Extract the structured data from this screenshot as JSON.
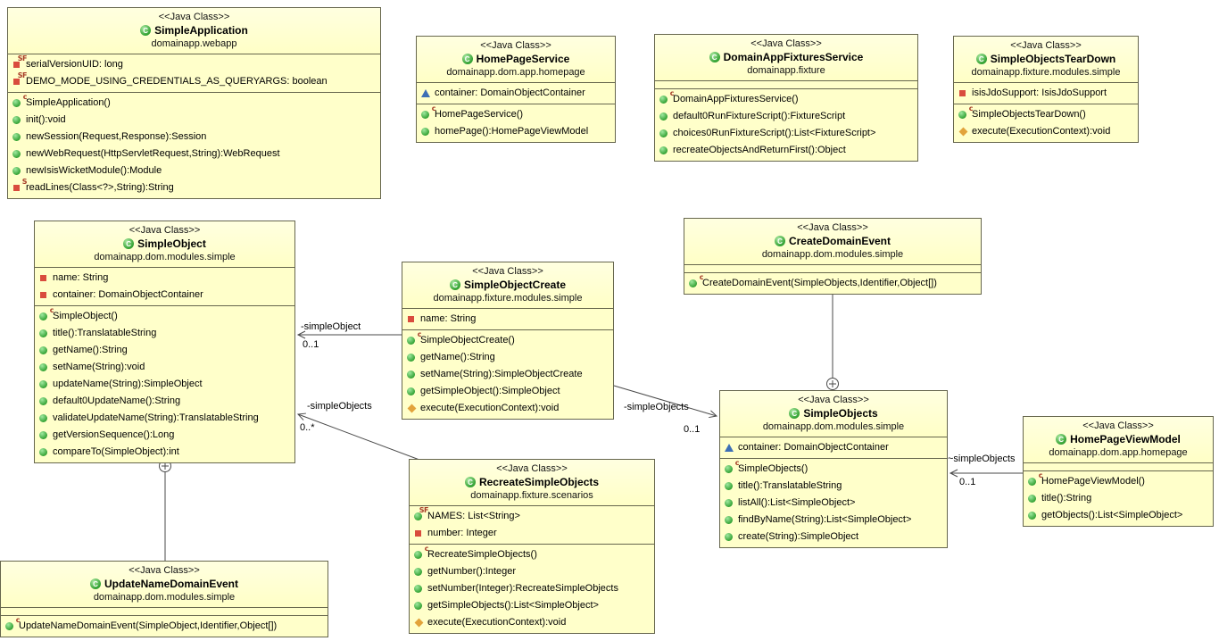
{
  "classes": [
    {
      "stereotype": "<<Java Class>>",
      "name": "SimpleApplication",
      "package": "domainapp.webapp",
      "fields": [
        {
          "kind": "field",
          "icon": "private",
          "tag": "SF",
          "label": "serialVersionUID: long"
        },
        {
          "kind": "field",
          "icon": "private",
          "tag": "SF",
          "label": "DEMO_MODE_USING_CREDENTIALS_AS_QUERYARGS: boolean"
        }
      ],
      "methods": [
        {
          "kind": "method",
          "icon": "public",
          "tag": "c",
          "label": "SimpleApplication()"
        },
        {
          "kind": "method",
          "icon": "public",
          "tag": "",
          "label": "init():void"
        },
        {
          "kind": "method",
          "icon": "public",
          "tag": "",
          "label": "newSession(Request,Response):Session"
        },
        {
          "kind": "method",
          "icon": "public",
          "tag": "",
          "label": "newWebRequest(HttpServletRequest,String):WebRequest"
        },
        {
          "kind": "method",
          "icon": "public",
          "tag": "",
          "label": "newIsisWicketModule():Module"
        },
        {
          "kind": "method",
          "icon": "private",
          "tag": "S",
          "label": "readLines(Class<?>,String):String"
        }
      ]
    },
    {
      "stereotype": "<<Java Class>>",
      "name": "HomePageService",
      "package": "domainapp.dom.app.homepage",
      "fields": [
        {
          "kind": "field",
          "icon": "package",
          "tag": "",
          "label": "container: DomainObjectContainer"
        }
      ],
      "methods": [
        {
          "kind": "method",
          "icon": "public",
          "tag": "c",
          "label": "HomePageService()"
        },
        {
          "kind": "method",
          "icon": "public",
          "tag": "",
          "label": "homePage():HomePageViewModel"
        }
      ]
    },
    {
      "stereotype": "<<Java Class>>",
      "name": "DomainAppFixturesService",
      "package": "domainapp.fixture",
      "fields": [],
      "methods": [
        {
          "kind": "method",
          "icon": "public",
          "tag": "c",
          "label": "DomainAppFixturesService()"
        },
        {
          "kind": "method",
          "icon": "public",
          "tag": "",
          "label": "default0RunFixtureScript():FixtureScript"
        },
        {
          "kind": "method",
          "icon": "public",
          "tag": "",
          "label": "choices0RunFixtureScript():List<FixtureScript>"
        },
        {
          "kind": "method",
          "icon": "public",
          "tag": "",
          "label": "recreateObjectsAndReturnFirst():Object"
        }
      ]
    },
    {
      "stereotype": "<<Java Class>>",
      "name": "SimpleObjectsTearDown",
      "package": "domainapp.fixture.modules.simple",
      "fields": [
        {
          "kind": "field",
          "icon": "private",
          "tag": "",
          "label": "isisJdoSupport: IsisJdoSupport"
        }
      ],
      "methods": [
        {
          "kind": "method",
          "icon": "public",
          "tag": "c",
          "label": "SimpleObjectsTearDown()"
        },
        {
          "kind": "method",
          "icon": "protected",
          "tag": "",
          "label": "execute(ExecutionContext):void"
        }
      ]
    },
    {
      "stereotype": "<<Java Class>>",
      "name": "SimpleObject",
      "package": "domainapp.dom.modules.simple",
      "fields": [
        {
          "kind": "field",
          "icon": "private",
          "tag": "",
          "label": "name: String"
        },
        {
          "kind": "field",
          "icon": "private",
          "tag": "",
          "label": "container: DomainObjectContainer"
        }
      ],
      "methods": [
        {
          "kind": "method",
          "icon": "public",
          "tag": "c",
          "label": "SimpleObject()"
        },
        {
          "kind": "method",
          "icon": "public",
          "tag": "",
          "label": "title():TranslatableString"
        },
        {
          "kind": "method",
          "icon": "public",
          "tag": "",
          "label": "getName():String"
        },
        {
          "kind": "method",
          "icon": "public",
          "tag": "",
          "label": "setName(String):void"
        },
        {
          "kind": "method",
          "icon": "public",
          "tag": "",
          "label": "updateName(String):SimpleObject"
        },
        {
          "kind": "method",
          "icon": "public",
          "tag": "",
          "label": "default0UpdateName():String"
        },
        {
          "kind": "method",
          "icon": "public",
          "tag": "",
          "label": "validateUpdateName(String):TranslatableString"
        },
        {
          "kind": "method",
          "icon": "public",
          "tag": "",
          "label": "getVersionSequence():Long"
        },
        {
          "kind": "method",
          "icon": "public",
          "tag": "",
          "label": "compareTo(SimpleObject):int"
        }
      ]
    },
    {
      "stereotype": "<<Java Class>>",
      "name": "SimpleObjectCreate",
      "package": "domainapp.fixture.modules.simple",
      "fields": [
        {
          "kind": "field",
          "icon": "private",
          "tag": "",
          "label": "name: String"
        }
      ],
      "methods": [
        {
          "kind": "method",
          "icon": "public",
          "tag": "c",
          "label": "SimpleObjectCreate()"
        },
        {
          "kind": "method",
          "icon": "public",
          "tag": "",
          "label": "getName():String"
        },
        {
          "kind": "method",
          "icon": "public",
          "tag": "",
          "label": "setName(String):SimpleObjectCreate"
        },
        {
          "kind": "method",
          "icon": "public",
          "tag": "",
          "label": "getSimpleObject():SimpleObject"
        },
        {
          "kind": "method",
          "icon": "protected",
          "tag": "",
          "label": "execute(ExecutionContext):void"
        }
      ]
    },
    {
      "stereotype": "<<Java Class>>",
      "name": "CreateDomainEvent",
      "package": "domainapp.dom.modules.simple",
      "fields": [],
      "methods": [
        {
          "kind": "method",
          "icon": "public",
          "tag": "c",
          "label": "CreateDomainEvent(SimpleObjects,Identifier,Object[])"
        }
      ]
    },
    {
      "stereotype": "<<Java Class>>",
      "name": "SimpleObjects",
      "package": "domainapp.dom.modules.simple",
      "fields": [
        {
          "kind": "field",
          "icon": "package",
          "tag": "",
          "label": "container: DomainObjectContainer"
        }
      ],
      "methods": [
        {
          "kind": "method",
          "icon": "public",
          "tag": "c",
          "label": "SimpleObjects()"
        },
        {
          "kind": "method",
          "icon": "public",
          "tag": "",
          "label": "title():TranslatableString"
        },
        {
          "kind": "method",
          "icon": "public",
          "tag": "",
          "label": "listAll():List<SimpleObject>"
        },
        {
          "kind": "method",
          "icon": "public",
          "tag": "",
          "label": "findByName(String):List<SimpleObject>"
        },
        {
          "kind": "method",
          "icon": "public",
          "tag": "",
          "label": "create(String):SimpleObject"
        }
      ]
    },
    {
      "stereotype": "<<Java Class>>",
      "name": "HomePageViewModel",
      "package": "domainapp.dom.app.homepage",
      "fields": [],
      "methods": [
        {
          "kind": "method",
          "icon": "public",
          "tag": "c",
          "label": "HomePageViewModel()"
        },
        {
          "kind": "method",
          "icon": "public",
          "tag": "",
          "label": "title():String"
        },
        {
          "kind": "method",
          "icon": "public",
          "tag": "",
          "label": "getObjects():List<SimpleObject>"
        }
      ]
    },
    {
      "stereotype": "<<Java Class>>",
      "name": "RecreateSimpleObjects",
      "package": "domainapp.fixture.scenarios",
      "fields": [
        {
          "kind": "field",
          "icon": "public",
          "tag": "SF",
          "label": "NAMES: List<String>"
        },
        {
          "kind": "field",
          "icon": "private",
          "tag": "",
          "label": "number: Integer"
        }
      ],
      "methods": [
        {
          "kind": "method",
          "icon": "public",
          "tag": "c",
          "label": "RecreateSimpleObjects()"
        },
        {
          "kind": "method",
          "icon": "public",
          "tag": "",
          "label": "getNumber():Integer"
        },
        {
          "kind": "method",
          "icon": "public",
          "tag": "",
          "label": "setNumber(Integer):RecreateSimpleObjects"
        },
        {
          "kind": "method",
          "icon": "public",
          "tag": "",
          "label": "getSimpleObjects():List<SimpleObject>"
        },
        {
          "kind": "method",
          "icon": "protected",
          "tag": "",
          "label": "execute(ExecutionContext):void"
        }
      ]
    },
    {
      "stereotype": "<<Java Class>>",
      "name": "UpdateNameDomainEvent",
      "package": "domainapp.dom.modules.simple",
      "fields": [],
      "methods": [
        {
          "kind": "method",
          "icon": "public",
          "tag": "c",
          "label": "UpdateNameDomainEvent(SimpleObject,Identifier,Object[])"
        }
      ]
    }
  ],
  "connectors": [
    {
      "role": "-simpleObject",
      "multiplicity": "0..1"
    },
    {
      "role": "-simpleObjects",
      "multiplicity": "0..*"
    },
    {
      "role": "-simpleObjects",
      "multiplicity": "0..1"
    },
    {
      "role": "~simpleObjects",
      "multiplicity": "0..1"
    }
  ],
  "colors": {
    "class_fill": "#ffffca",
    "class_border": "#66664d",
    "line": "#4a4a4a",
    "private_red": "#d94c3d",
    "public_green": "#2f9f2f",
    "package_blue": "#3d6fb5",
    "protected_gold": "#e2a33b"
  }
}
